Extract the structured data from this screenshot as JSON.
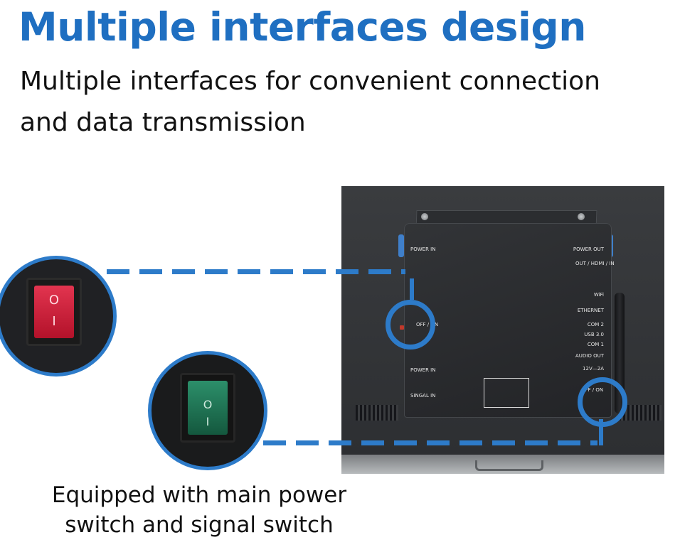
{
  "header": {
    "title": "Multiple interfaces design",
    "subtitle": "Multiple interfaces for convenient connection and data transmission"
  },
  "caption": "Equipped with main power switch and signal switch",
  "device": {
    "left_labels": [
      "POWER IN",
      "OFF / ON",
      "POWER IN",
      "SINGAL IN"
    ],
    "right_labels": [
      "POWER OUT",
      "OUT / HDMI / IN",
      "WiFi",
      "ETHERNET",
      "COM 2",
      "USB 3.0",
      "COM 1",
      "AUDIO OUT",
      "12V—2A",
      "OFF / ON"
    ]
  },
  "switches": {
    "red_on_symbol": "O",
    "red_off_symbol": "I",
    "green_on_symbol": "O",
    "green_off_symbol": "I"
  },
  "colors": {
    "accent_blue": "#1f6fc1",
    "callout_blue": "#2d7bc9",
    "red_switch": "#d4233f",
    "green_switch": "#1f7a55"
  },
  "icons": [
    "power-switch-icon",
    "signal-switch-icon"
  ]
}
